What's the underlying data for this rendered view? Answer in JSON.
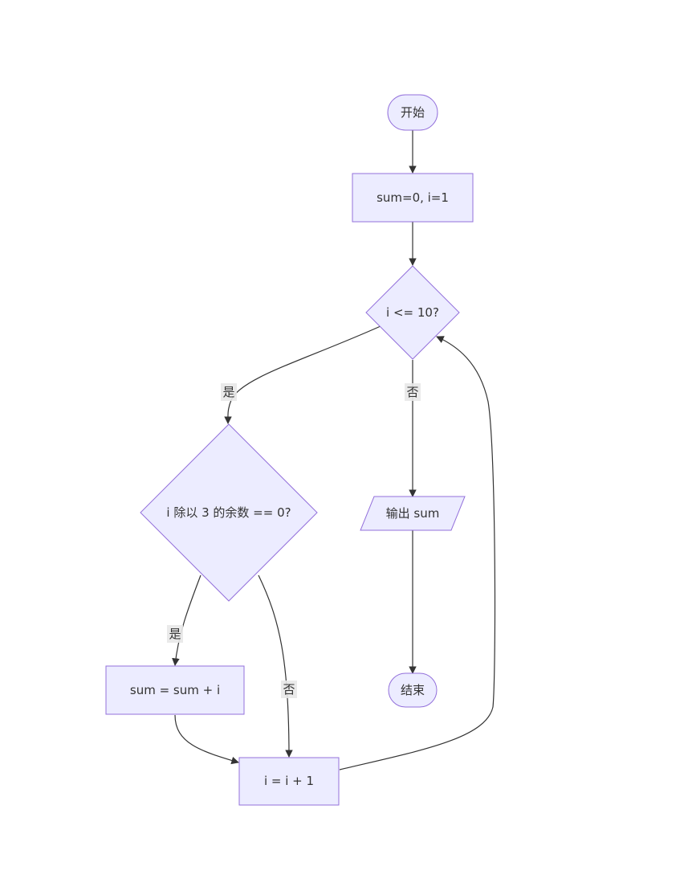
{
  "colors": {
    "node_fill": "#ECECFF",
    "node_border": "#9370DB",
    "edge": "#333333",
    "text": "#333333",
    "edge_label_bg": "#e8e8e8"
  },
  "nodes": {
    "start": "开始",
    "init": "sum=0, i=1",
    "cond_loop": "i <= 10?",
    "cond_mod": "i 除以 3 的余数 == 0?",
    "output": "输出 sum",
    "end": "结束",
    "add": "sum = sum + i",
    "increment": "i = i + 1"
  },
  "edges": {
    "loop_yes": "是",
    "loop_no": "否",
    "mod_yes": "是",
    "mod_no": "否"
  }
}
